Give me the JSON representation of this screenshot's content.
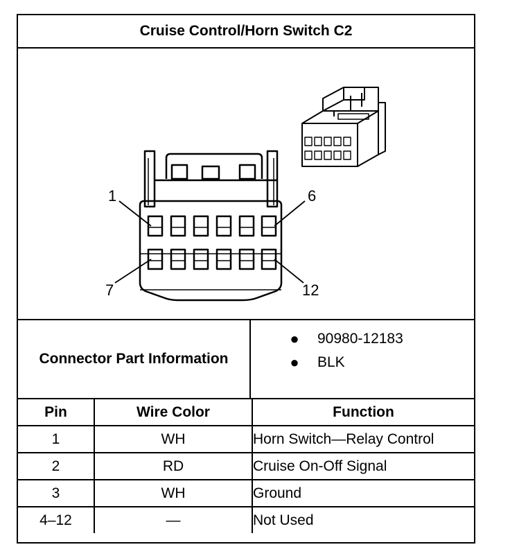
{
  "title": "Cruise Control/Horn Switch C2",
  "diagram": {
    "pin_labels": {
      "top_left": "1",
      "top_right": "6",
      "bottom_left": "7",
      "bottom_right": "12"
    }
  },
  "part_info": {
    "label": "Connector Part Information",
    "items": [
      "90980-12183",
      "BLK"
    ]
  },
  "table": {
    "headers": {
      "pin": "Pin",
      "wire_color": "Wire Color",
      "function": "Function"
    },
    "rows": [
      {
        "pin": "1",
        "wire_color": "WH",
        "function": "Horn Switch—Relay Control"
      },
      {
        "pin": "2",
        "wire_color": "RD",
        "function": "Cruise On-Off Signal"
      },
      {
        "pin": "3",
        "wire_color": "WH",
        "function": "Ground"
      },
      {
        "pin": "4–12",
        "wire_color": "—",
        "function": "Not Used"
      }
    ]
  }
}
